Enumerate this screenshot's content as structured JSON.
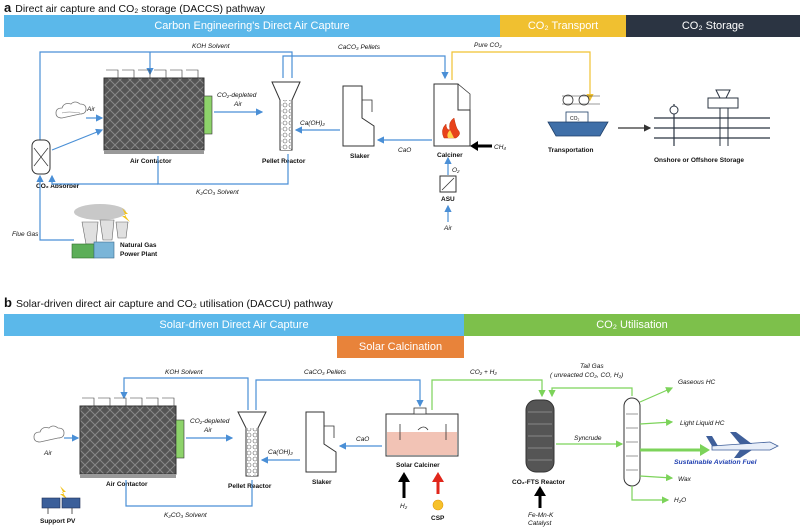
{
  "panel_a": {
    "letter": "a",
    "title": "Direct air capture and CO₂ storage (DACCS) pathway",
    "bands": {
      "capture": "Carbon Engineering's Direct Air Capture",
      "transport": "CO₂ Transport",
      "storage": "CO₂ Storage"
    },
    "labels": {
      "koh_solvent": "KOH Solvent",
      "caco3_pellets": "CaCO₃ Pellets",
      "pure_co2": "Pure CO₂",
      "air": "Air",
      "co2_depleted": "CO₂-depleted",
      "co2_depleted_air": "Air",
      "air_contactor": "Air Contactor",
      "pellet_reactor": "Pellet Reactor",
      "slaker": "Slaker",
      "calciner": "Calciner",
      "ch4": "CH₄",
      "caoh2": "Ca(OH)₂",
      "cao": "CaO",
      "co2_absorber": "CO₂ Absorber",
      "k2co3_solvent": "K₂CO₃ Solvent",
      "o2": "O₂",
      "asu": "ASU",
      "asu_air": "Air",
      "flue_gas": "Flue Gas",
      "natural_gas": "Natural Gas",
      "power_plant": "Power Plant",
      "transportation": "Transportation",
      "ship_tag": "CO₂",
      "storage": "Onshore or Offshore Storage"
    }
  },
  "panel_b": {
    "letter": "b",
    "title": "Solar-driven direct air capture and CO₂ utilisation (DACCU) pathway",
    "bands": {
      "capture": "Solar-driven Direct Air Capture",
      "utilisation": "CO₂ Utilisation",
      "calcination": "Solar Calcination"
    },
    "labels": {
      "koh_solvent": "KOH Solvent",
      "caco3_pellets": "CaCO₃ Pellets",
      "co2_h2": "CO₂ + H₂",
      "tail_gas": "Tail Gas",
      "tail_gas_detail": "( unreacted CO₂, CO, H₂)",
      "gaseous_hc": "Gaseous HC",
      "light_liquid_hc": "Light Liquid HC",
      "saf": "Sustainable Aviation Fuel",
      "wax": "Wax",
      "h2o": "H₂O",
      "air": "Air",
      "co2_depleted": "CO₂-depleted",
      "co2_depleted_air": "Air",
      "air_contactor": "Air Contactor",
      "pellet_reactor": "Pellet Reactor",
      "caoh2": "Ca(OH)₂",
      "slaker": "Slaker",
      "cao": "CaO",
      "solar_calciner": "Solar Calciner",
      "syncrude": "Syncrude",
      "fts_reactor": "CO₂-FTS Reactor",
      "h2": "H₂",
      "csp": "CSP",
      "catalyst": "Fe-Mn-K",
      "catalyst2": "Catalyst",
      "k2co3_solvent": "K₂CO₃ Solvent",
      "support_pv": "Support PV"
    }
  },
  "colors": {
    "capture_band": "#5bb8ea",
    "transport_band": "#f0c030",
    "storage_band": "#2b3442",
    "utilisation_band": "#7dc04b",
    "calcination_band": "#e8833a",
    "blue_line": "#4a8fd6",
    "green_line": "#7cd35a",
    "yellow_line": "#f1c232",
    "saf_text": "#1f3fb0"
  }
}
